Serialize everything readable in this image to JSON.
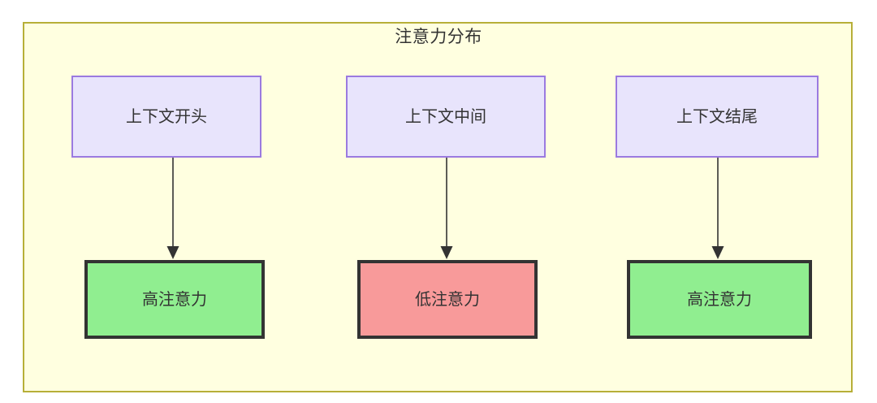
{
  "diagram": {
    "title": "注意力分布",
    "frame_background": "#ffffe0",
    "frame_border_color": "#b7af38",
    "context_nodes": [
      {
        "id": "context-start",
        "label": "上下文开头",
        "fill": "#e8e4fc",
        "border": "#9b7ae0"
      },
      {
        "id": "context-middle",
        "label": "上下文中间",
        "fill": "#e8e4fc",
        "border": "#9b7ae0"
      },
      {
        "id": "context-end",
        "label": "上下文结尾",
        "fill": "#e8e4fc",
        "border": "#9b7ae0"
      }
    ],
    "attention_nodes": [
      {
        "id": "attention-start",
        "label": "高注意力",
        "fill": "#90ee90",
        "border": "#333333",
        "level": "high"
      },
      {
        "id": "attention-middle",
        "label": "低注意力",
        "fill": "#f89a9a",
        "border": "#333333",
        "level": "low"
      },
      {
        "id": "attention-end",
        "label": "高注意力",
        "fill": "#90ee90",
        "border": "#333333",
        "level": "high"
      }
    ],
    "edges": [
      {
        "from": "上下文开头",
        "to": "高注意力",
        "label": ""
      },
      {
        "from": "上下文中间",
        "to": "低注意力",
        "label": ""
      },
      {
        "from": "上下文结尾",
        "to": "高注意力",
        "label": ""
      }
    ]
  }
}
